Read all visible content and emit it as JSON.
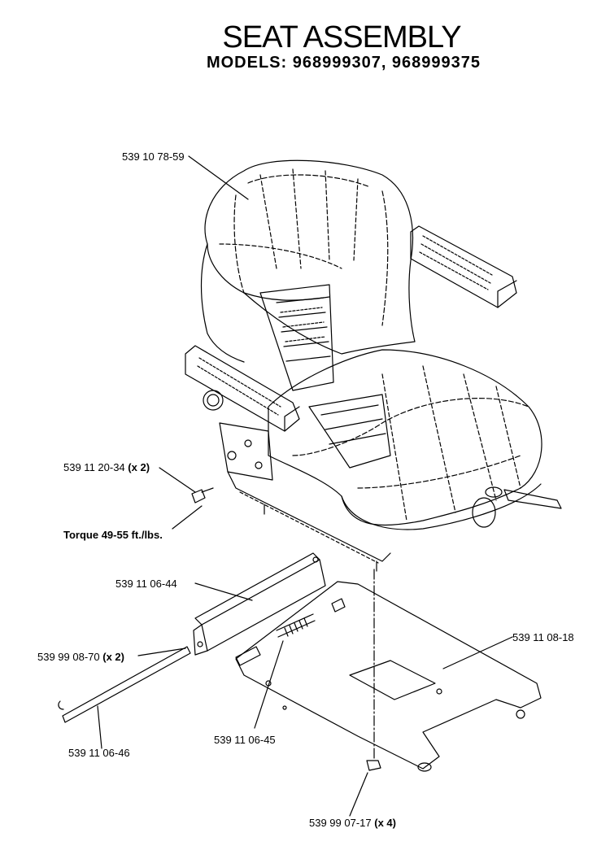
{
  "header": {
    "title": "SEAT ASSEMBLY",
    "subtitle": "MODELS: 968999307, 968999375"
  },
  "callouts": {
    "seat": {
      "part": "539 10 78-59"
    },
    "bolt": {
      "part": "539 11 20-34",
      "qty": "(x 2)"
    },
    "torque": {
      "text": "Torque 49-55 ft./lbs."
    },
    "slide_rail": {
      "part": "539 11 06-44"
    },
    "pin": {
      "part": "539 99 08-70",
      "qty": "(x 2)"
    },
    "rod": {
      "part": "539 11 06-46"
    },
    "spring": {
      "part": "539 11 06-45"
    },
    "pan": {
      "part": "539 11 08-18"
    },
    "nut": {
      "part": "539 99 07-17",
      "qty": "(x 4)"
    }
  }
}
